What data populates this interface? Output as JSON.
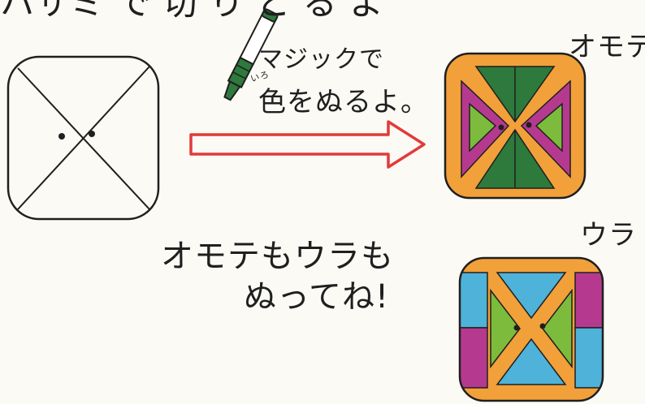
{
  "top_line": "ハサミ で 切 り と る よ",
  "pen_caption": {
    "line1": "マジックで",
    "line2": "色をぬるよ。",
    "ruby": "いろ"
  },
  "label_front": "オモテ",
  "label_back": "ウラ",
  "caption_both": {
    "line1": "オモテもウラも",
    "line2": "ぬってね!"
  },
  "colors": {
    "outline": "#1f1f1f",
    "arrow": "#e23a3a",
    "orange": "#f2a03a",
    "dark_green": "#2e7a3c",
    "light_green": "#7dbb3c",
    "magenta": "#b53a8f",
    "light_blue": "#4fb2d8",
    "paper": "#fbfaf5"
  }
}
